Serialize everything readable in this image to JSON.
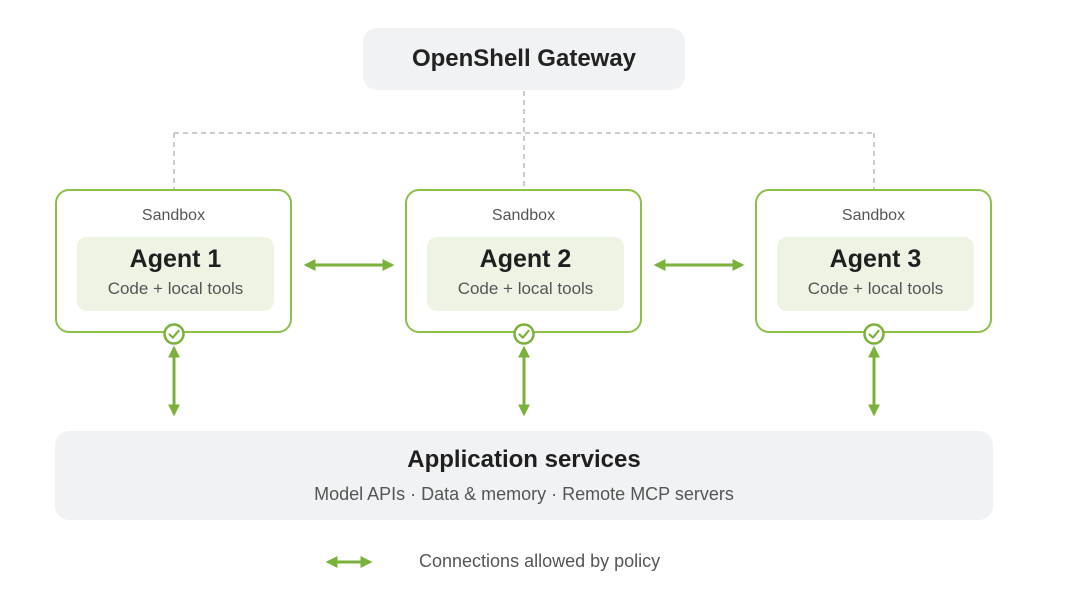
{
  "gateway": {
    "label": "OpenShell Gateway"
  },
  "sandboxes": [
    {
      "label": "Sandbox",
      "agent": "Agent 1",
      "desc": "Code + local tools"
    },
    {
      "label": "Sandbox",
      "agent": "Agent 2",
      "desc": "Code + local tools"
    },
    {
      "label": "Sandbox",
      "agent": "Agent 3",
      "desc": "Code + local tools"
    }
  ],
  "services": {
    "title": "Application services",
    "subtitle": "Model APIs · Data & memory · Remote MCP servers"
  },
  "legend": {
    "label": "Connections allowed by policy"
  },
  "colors": {
    "accent": "#7ab23b",
    "border": "#8dc04a",
    "agent_fill": "#eef4e4",
    "panel_fill": "#f0f2f4",
    "dashed_line": "#bbbbbb"
  }
}
